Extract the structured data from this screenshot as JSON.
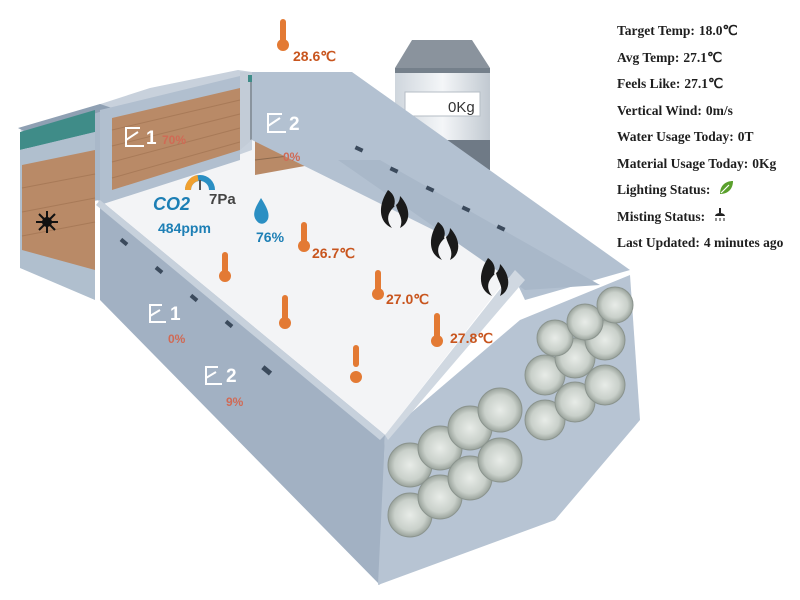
{
  "info_panel": {
    "target_temp_label": "Target Temp:",
    "target_temp_value": "18.0℃",
    "avg_temp_label": "Avg Temp:",
    "avg_temp_value": "27.1℃",
    "feels_like_label": "Feels Like:",
    "feels_like_value": "27.1℃",
    "vertical_wind_label": "Vertical Wind:",
    "vertical_wind_value": "0m/s",
    "water_usage_label": "Water Usage Today:",
    "water_usage_value": "0T",
    "material_usage_label": "Material Usage Today:",
    "material_usage_value": "0Kg",
    "lighting_status_label": "Lighting Status:",
    "lighting_status_icon": "leaf-icon",
    "misting_status_label": "Misting Status:",
    "misting_status_icon": "shower-icon",
    "last_updated_label": "Last Updated:",
    "last_updated_value": "4 minutes ago"
  },
  "tank": {
    "value": "0Kg"
  },
  "sensors": {
    "outside_temp": "28.6℃",
    "temp_a": "26.7℃",
    "temp_b": "27.0℃",
    "temp_c": "27.8℃",
    "co2_label": "CO2",
    "co2_value": "484ppm",
    "pressure": "7Pa",
    "humidity": "76%"
  },
  "vents": {
    "back_1": {
      "number": "1",
      "percent": "70%"
    },
    "back_2": {
      "number": "2",
      "percent": "0%"
    },
    "side_1": {
      "number": "1",
      "percent": "0%"
    },
    "side_2": {
      "number": "2",
      "percent": "9%"
    }
  },
  "colors": {
    "wall": "#a9b8c9",
    "wall_shade": "#9aa9bb",
    "floor": "#f3f4f6",
    "pad": "#b98a67",
    "fan": "#c5ccc6",
    "temp_text": "#c8551e",
    "co2_text": "#1d7fb5",
    "flame": "#1a1a1a"
  }
}
